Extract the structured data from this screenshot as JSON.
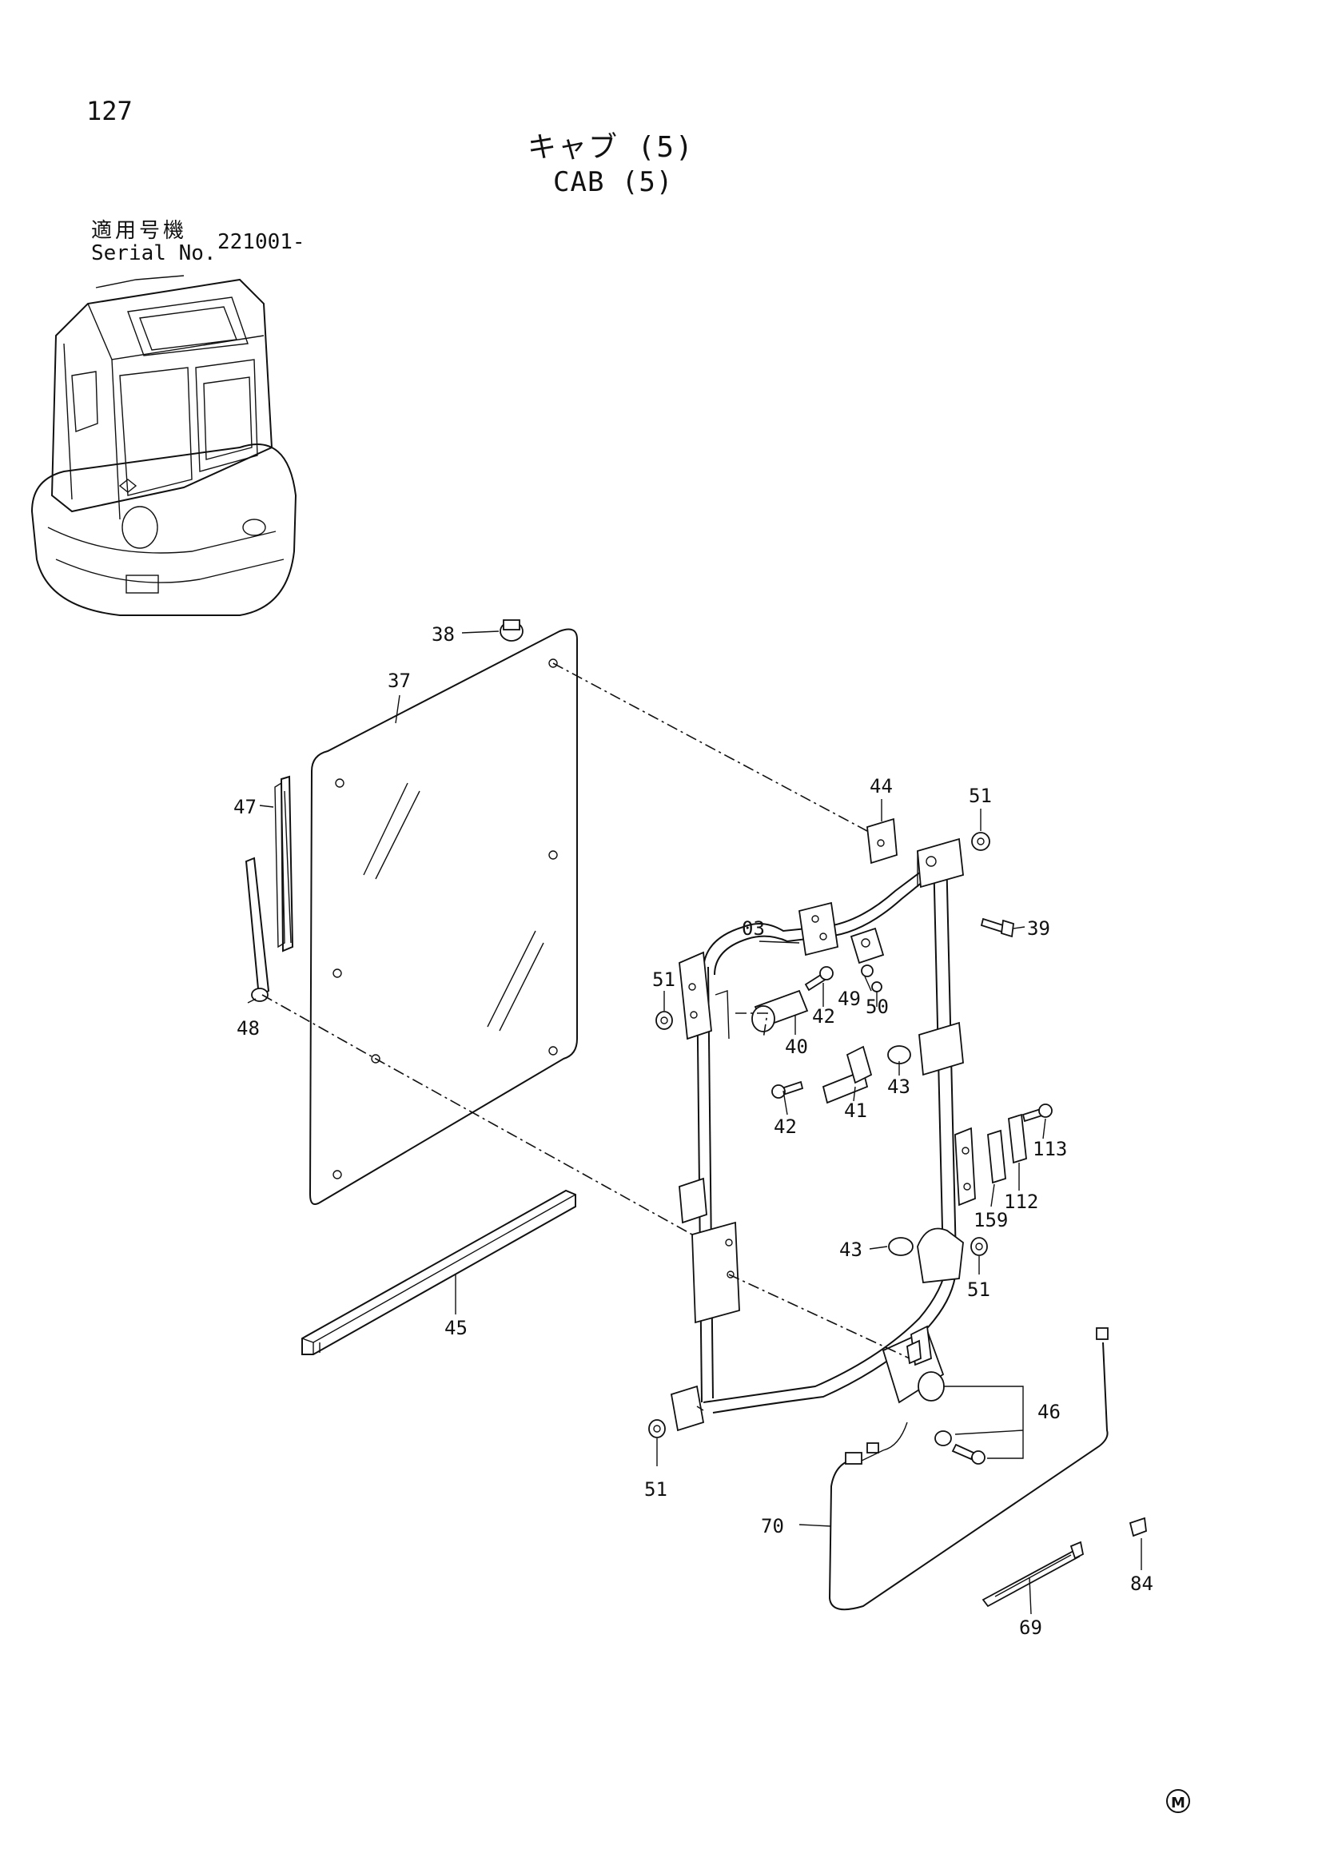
{
  "page": {
    "number": "127"
  },
  "title": {
    "jp": "キャブ (5)",
    "en": "CAB (5)"
  },
  "serial": {
    "label_jp": "適用号機",
    "label_en": "Serial No.",
    "value": "221001-"
  },
  "callouts": [
    "38",
    "37",
    "47",
    "48",
    "44",
    "51",
    "39",
    "03",
    "51",
    "42",
    "49",
    "50",
    "40",
    "42",
    "41",
    "43",
    "113",
    "112",
    "159",
    "43",
    "51",
    "45",
    "46",
    "51",
    "70",
    "84",
    "69"
  ],
  "mark": "M"
}
